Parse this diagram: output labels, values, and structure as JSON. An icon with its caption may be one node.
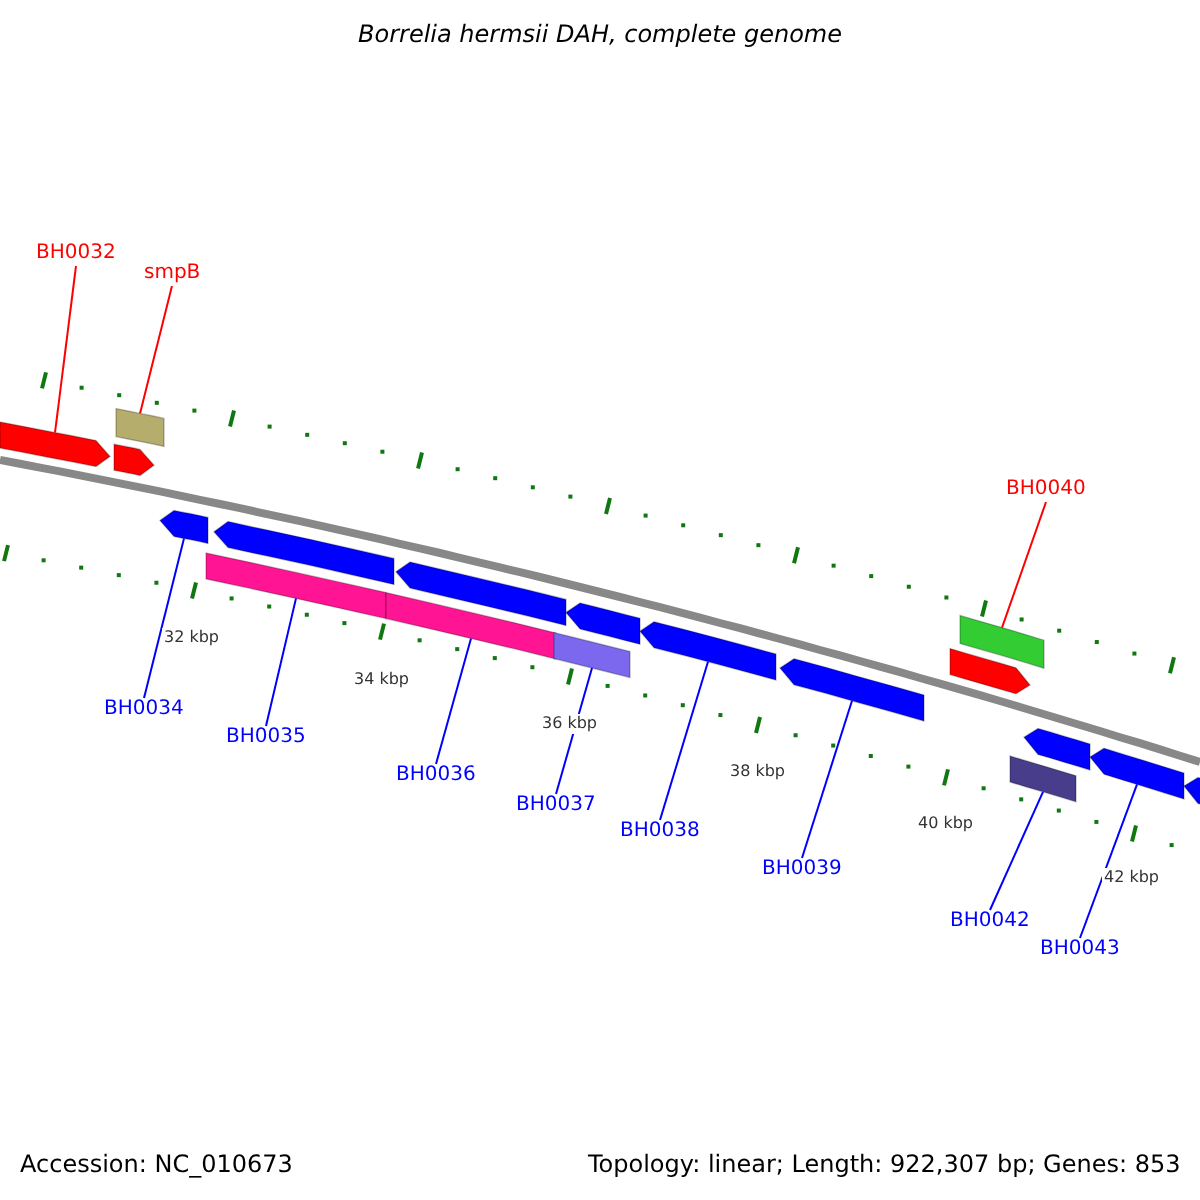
{
  "diagram": {
    "title": "Borrelia hermsii DAH, complete genome",
    "nodes": [
      {
        "text": [
          "BH0032"
        ]
      },
      {
        "text": [
          "smpB"
        ]
      },
      {
        "text": [
          "BH0040"
        ]
      },
      {
        "text": [
          "BH0034"
        ]
      },
      {
        "text": [
          "BH0035"
        ]
      },
      {
        "text": [
          "BH0036"
        ]
      },
      {
        "text": [
          "BH0037"
        ]
      },
      {
        "text": [
          "BH0038"
        ]
      },
      {
        "text": [
          "BH0039"
        ]
      },
      {
        "text": [
          "BH0042"
        ]
      },
      {
        "text": [
          "BH0043"
        ]
      },
      {
        "text": [],
        "shape": "arrow"
      },
      {
        "text": [],
        "shape": "arrow"
      },
      {
        "text": [],
        "shape": "bar"
      },
      {
        "text": [],
        "shape": "arrow"
      },
      {
        "text": [],
        "shape": "bar"
      },
      {
        "text": [],
        "shape": "arrow"
      },
      {
        "text": [],
        "shape": "bar"
      },
      {
        "text": [],
        "shape": "arrow"
      },
      {
        "text": [],
        "shape": "bar"
      },
      {
        "text": [],
        "shape": "arrow"
      },
      {
        "text": [],
        "shape": "arrow"
      },
      {
        "text": [],
        "shape": "arrow"
      },
      {
        "text": [],
        "shape": "arrow"
      },
      {
        "text": [],
        "shape": "bar"
      },
      {
        "text": [],
        "shape": "bar"
      },
      {
        "text": [],
        "shape": "arrow"
      },
      {
        "text": [],
        "shape": "arrow"
      },
      {
        "text": [],
        "shape": "arrow"
      }
    ],
    "edges": [
      {
        "from": 0,
        "to": 11,
        "arrow": "none",
        "color": "#ff0000"
      },
      {
        "from": 1,
        "to": 13,
        "arrow": "none",
        "color": "#ff0000"
      },
      {
        "from": 2,
        "to": 24,
        "arrow": "none",
        "color": "#ff0000"
      },
      {
        "from": 3,
        "to": 14,
        "arrow": "none"
      },
      {
        "from": 4,
        "to": 15,
        "arrow": "none"
      },
      {
        "from": 5,
        "to": 17,
        "arrow": "none"
      },
      {
        "from": 6,
        "to": 19,
        "arrow": "none"
      },
      {
        "from": 7,
        "to": 21,
        "arrow": "none"
      },
      {
        "from": 8,
        "to": 22,
        "arrow": "none"
      },
      {
        "from": 9,
        "to": 25,
        "arrow": "none"
      },
      {
        "from": 10,
        "to": 27,
        "arrow": "none"
      }
    ],
    "labels": [
      "32 kbp",
      "34 kbp",
      "36 kbp",
      "38 kbp",
      "40 kbp",
      "42 kbp",
      "Accession: NC_010673",
      "Topology: linear; Length: 922,307 bp; Genes: 853"
    ]
  }
}
